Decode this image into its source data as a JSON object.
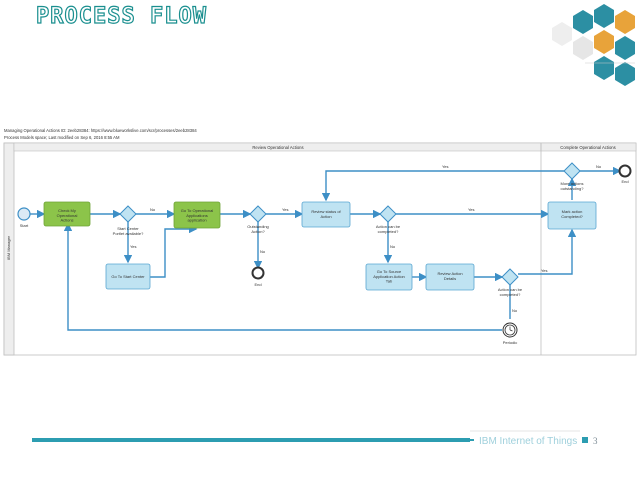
{
  "slide": {
    "title": "PROCESS FLOW",
    "footer_brand": "IBM Internet of Things",
    "page_number": "3"
  },
  "header_info": {
    "line1": "Managing Operational Actions ID: 2eeb28384: https://www.blueworkslive.com/scr/processes/2eeb28384",
    "line2": "Process Models space; Last modified on Sep 6, 2016 8:55 AM"
  },
  "lanes": {
    "phase1": "Review Operational Actions",
    "phase2": "Complete Operational Actions",
    "participant": "IBM Manager"
  },
  "nodes": {
    "start": "Start",
    "check_actions": "Check My Operational Actions",
    "gw_portlet": "Start Center Portlet available?",
    "go_start_center": "Go To Start Center",
    "go_op_app": "Go To Operational Applications application",
    "gw_outstanding": "Outstanding Action?",
    "end_mid": "End",
    "review_status": "Review status of Action",
    "gw_can_complete1": "Action can be completed?",
    "go_source": "Go To Source Application Action Tab",
    "review_details": "Review Action Details",
    "gw_can_complete2": "Action can be completed?",
    "periodic": "Periodic",
    "gw_more": "More actions outstanding?",
    "mark_complete": "Mark action Completed?",
    "end_top": "End"
  },
  "edge_labels": {
    "yes": "Yes",
    "no": "No"
  },
  "colors": {
    "title": "#1a8f8f",
    "task_green": "#8cc44a",
    "task_blue": "#bfe3f2",
    "flow": "#3d8fc6",
    "footer_bar": "#2c9db1"
  }
}
